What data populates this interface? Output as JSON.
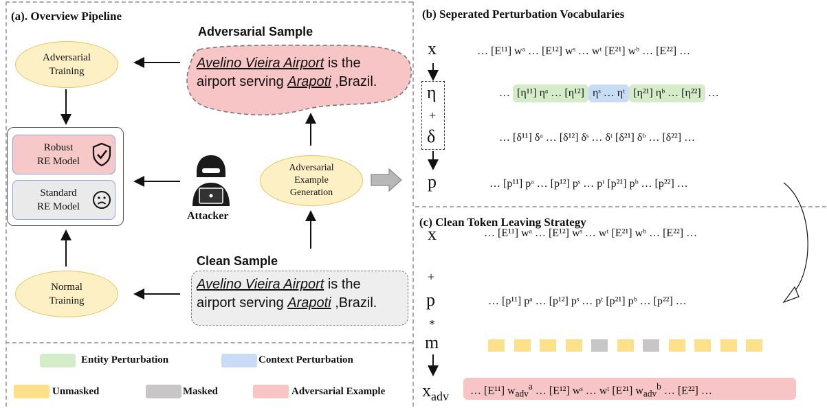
{
  "panel_a": {
    "title": "(a). Overview Pipeline",
    "adv_training": "Adversarial\nTraining",
    "normal_training": "Normal\nTraining",
    "robust_model": "Robust\nRE Model",
    "standard_model": "Standard\nRE Model",
    "attacker": "Attacker",
    "adv_generation": "Adversarial\nExample\nGeneration",
    "adv_sample_title": "Adversarial Sample",
    "clean_sample_title": "Clean Sample",
    "sample_entity1": "Avelino Vieira Airport",
    "sample_mid1": " is the",
    "sample_line2_pre": "airport serving ",
    "sample_entity2": "Arapoti",
    "sample_end": " ,Brazil."
  },
  "panel_b": {
    "title": "(b) Seperated Perturbation Vocabularies",
    "var_x": "x",
    "var_eta": "η",
    "var_delta": "δ",
    "var_p": "p",
    "op_plus": "+",
    "row_x": "… [E¹¹]  wᵃ  … [E¹²]  wˢ  …  wᵗ  [E²¹]  wᵇ  … [E²²]  …",
    "row_eta_pre": "… ",
    "row_eta_green1": "[η¹¹]  ηᵃ  …  [η¹²]",
    "row_eta_blue": "ηˢ  … ηᵗ",
    "row_eta_green2": "[η²¹] ηᵇ  …  [η²²]",
    "row_eta_post": " …",
    "row_delta": "…  [δ¹¹]  δᵃ  …  [δ¹²]  δˢ  … δᵗ  [δ²¹] δᵇ  …  [δ²²]  …",
    "row_p": "…  [p¹¹]  pᵃ  …  [p¹²]  pˢ  …  pᵗ  [p²¹]  pᵇ  …  [p²²]  …"
  },
  "panel_c": {
    "title": "(c) Clean Token Leaving Strategy",
    "var_x": "x",
    "var_p": "p",
    "var_m": "m",
    "var_xadv": "x",
    "var_xadv_sub": "adv",
    "op_plus": "+",
    "op_times": "*",
    "row_x": "… [E¹¹]  wᵃ  … [E¹²]  wˢ  …  wᵗ  [E²¹]  wᵇ  … [E²²]  …",
    "row_p": "…  [p¹¹]  pᵃ  …  [p¹²]  pˢ  …  pᵗ  [p²¹]  pᵇ  …  [p²²]  …",
    "mask_pattern": [
      "unmasked",
      "unmasked",
      "unmasked",
      "unmasked",
      "masked",
      "unmasked",
      "masked",
      "unmasked",
      "unmasked",
      "unmasked",
      "unmasked"
    ],
    "row_xadv": "… [E¹¹]  w<sub>adv</sub><sup>a</sup>  … [E¹²]  wˢ  …  wᵗ  [E²¹]  w<sub>adv</sub><sup>b</sup>  … [E²²]  …"
  },
  "legend": {
    "entity": "Entity Perturbation",
    "context": "Context Perturbation",
    "unmasked": "Unmasked",
    "masked": "Masked",
    "adversarial": "Adversarial Example"
  },
  "colors": {
    "ellipse_fill": "#fdf0c4",
    "robust_fill": "#f7c8c8",
    "standard_fill": "#eaeaea",
    "entity_green": "#d5ecc8",
    "context_blue": "#c9dcf5",
    "unmasked_yellow": "#fde08a",
    "masked_gray": "#c8c6c6",
    "adversarial_pink": "#f7c5c5"
  }
}
